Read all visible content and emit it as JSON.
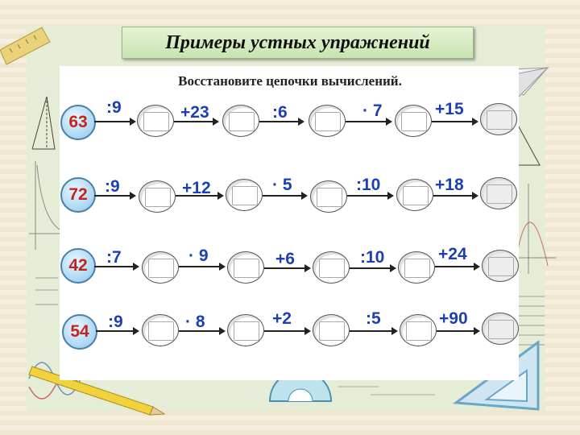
{
  "title": "Примеры устных упражнений",
  "subtitle": "Восстановите цепочки вычислений.",
  "colors": {
    "start_number": "#c1241f",
    "operation": "#1c3fb6",
    "title_bg": "#c8e3b0"
  },
  "rows": [
    {
      "start": "63",
      "ops": [
        ":9",
        "+23",
        ":6",
        "· 7",
        "+15"
      ]
    },
    {
      "start": "72",
      "ops": [
        ":9",
        "+12",
        "· 5",
        ":10",
        "+18"
      ]
    },
    {
      "start": "42",
      "ops": [
        ":7",
        "· 9",
        "+6",
        ":10",
        "+24"
      ]
    },
    {
      "start": "54",
      "ops": [
        ":9",
        "· 8",
        "+2",
        ":5",
        "+90"
      ]
    }
  ]
}
